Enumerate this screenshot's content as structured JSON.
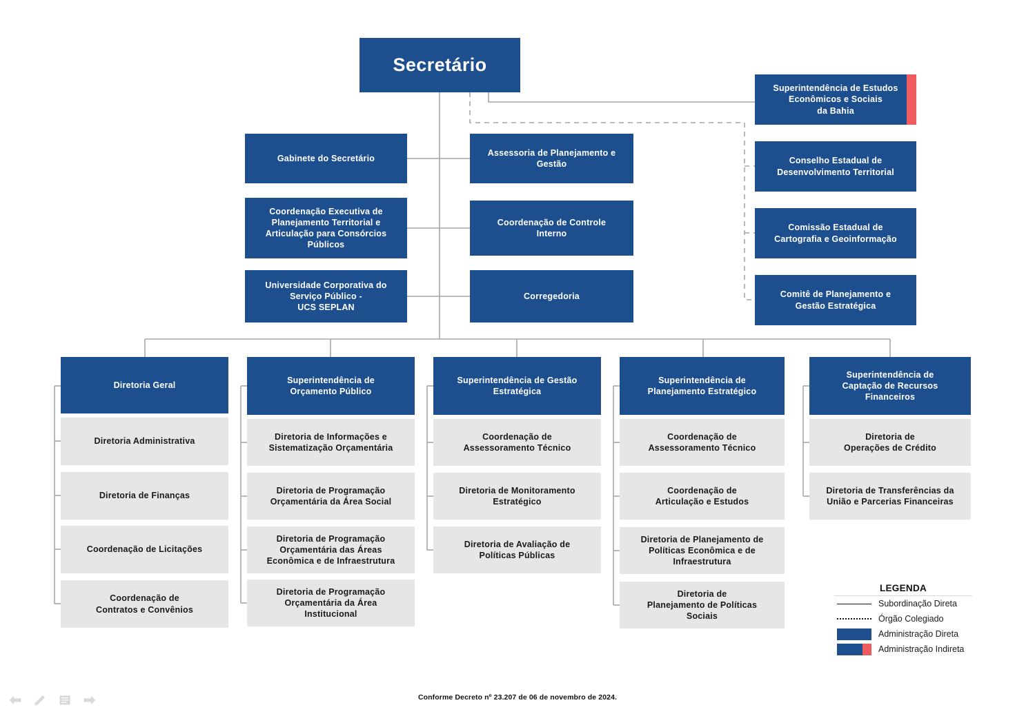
{
  "chart_title": "Secretário",
  "colors": {
    "direct_admin": "#1d4e8e",
    "indirect_admin_accent": "#ef5b5f",
    "subordinate_box": "#e6e6e6",
    "connector": "#a6a6a6"
  },
  "root": {
    "label": "Secretário"
  },
  "staff_left": [
    {
      "label": "Gabinete do Secretário"
    },
    {
      "label": "Coordenação Executiva de\nPlanejamento Territorial e\nArticulação para Consórcios\nPúblicos"
    },
    {
      "label": "Universidade Corporativa do\nServiço Público -\nUCS SEPLAN"
    }
  ],
  "staff_center": [
    {
      "label": "Assessoria de Planejamento e\nGestão"
    },
    {
      "label": "Coordenação de Controle\nInterno"
    },
    {
      "label": "Corregedoria"
    }
  ],
  "collegiate": [
    {
      "label": "Superintendência de Estudos\nEconômicos e Sociais\nda Bahia",
      "type": "indirect"
    },
    {
      "label": "Conselho Estadual de\nDesenvolvimento Territorial",
      "type": "direct"
    },
    {
      "label": "Comissão Estadual de\nCartografia e Geoinformação",
      "type": "direct"
    },
    {
      "label": "Comitê de Planejamento e\nGestão Estratégica",
      "type": "direct"
    }
  ],
  "columns": [
    {
      "head": "Diretoria Geral",
      "children": [
        "Diretoria Administrativa",
        "Diretoria de Finanças",
        "Coordenação de Licitações",
        "Coordenação de\nContratos e Convênios"
      ]
    },
    {
      "head": "Superintendência de\nOrçamento Público",
      "children": [
        "Diretoria de Informações e\nSistematização Orçamentária",
        "Diretoria de Programação\nOrçamentária da Área Social",
        "Diretoria de Programação\nOrçamentária das Áreas\nEconômica e de Infraestrutura",
        "Diretoria de Programação\nOrçamentária da Área\nInstitucional"
      ]
    },
    {
      "head": "Superintendência de Gestão\nEstratégica",
      "children": [
        "Coordenação de\nAssessoramento Técnico",
        "Diretoria de Monitoramento\nEstratégico",
        "Diretoria de Avaliação de\nPolíticas Públicas"
      ]
    },
    {
      "head": "Superintendência de\nPlanejamento Estratégico",
      "children": [
        "Coordenação de\nAssessoramento Técnico",
        "Coordenação de\nArticulação e Estudos",
        "Diretoria de Planejamento de\nPolíticas Econômica e de\nInfraestrutura",
        "Diretoria de\nPlanejamento de Políticas\nSociais"
      ]
    },
    {
      "head": "Superintendência de\nCaptação de Recursos\nFinanceiros",
      "children": [
        "Diretoria de\nOperações de Crédito",
        "Diretoria de Transferências da\nUnião e Parcerias Financeiras"
      ]
    }
  ],
  "legend": {
    "title": "LEGENDA",
    "items": [
      {
        "key": "solid-line",
        "label": "Subordinação Direta"
      },
      {
        "key": "dotted-line",
        "label": "Órgão Colegiado"
      },
      {
        "key": "blue-swatch",
        "label": "Administração Direta"
      },
      {
        "key": "blue-red-swatch",
        "label": "Administração Indireta"
      }
    ]
  },
  "footnote": "Conforme Decreto nº 23.207 de 06 de novembro de 2024.",
  "toolbar": [
    {
      "name": "back-arrow-icon"
    },
    {
      "name": "pencil-icon"
    },
    {
      "name": "list-icon"
    },
    {
      "name": "forward-arrow-icon"
    }
  ]
}
